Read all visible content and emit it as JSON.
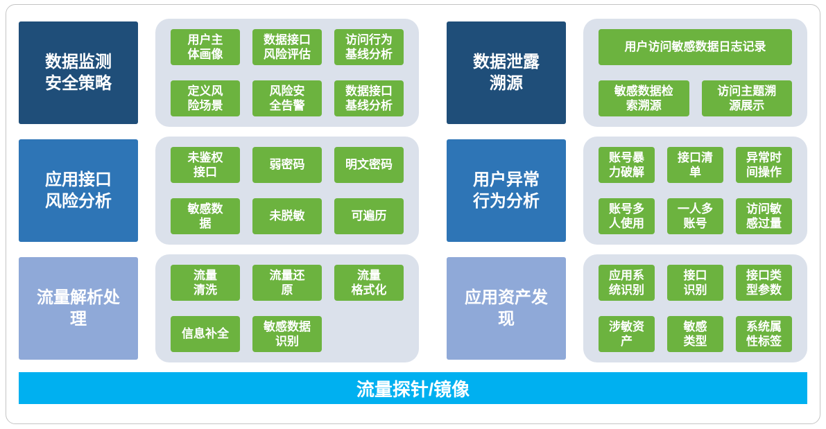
{
  "colors": {
    "dark_blue": "#1f4e79",
    "medium_blue": "#2e75b6",
    "light_blue": "#8fa9d8",
    "container_bg": "#dbe1eb",
    "chip_green": "#6cb33f",
    "footer_cyan": "#00b0f0"
  },
  "diagram": {
    "panels": [
      {
        "id": "data-monitoring-policy",
        "label": "数据监测\n安全策略",
        "rows": [
          [
            "用户主\n体画像",
            "数据接口\n风险评估",
            "访问行为\n基线分析"
          ],
          [
            "定义风\n险场景",
            "风险安\n全告警",
            "数据接口\n基线分析"
          ]
        ]
      },
      {
        "id": "data-leak-tracing",
        "label": "数据泄露\n溯源",
        "rows": [
          [
            "用户访问敏感数据日志记录"
          ],
          [
            "敏感数据检\n索溯源",
            "访问主题溯\n源展示"
          ]
        ]
      },
      {
        "id": "api-risk-analysis",
        "label": "应用接口\n风险分析",
        "rows": [
          [
            "未鉴权\n接口",
            "弱密码",
            "明文密码"
          ],
          [
            "敏感数\n据",
            "未脱敏",
            "可遍历"
          ]
        ]
      },
      {
        "id": "user-abnormal-behavior",
        "label": "用户异常\n行为分析",
        "rows": [
          [
            "账号暴\n力破解",
            "接口清\n单",
            "异常时\n间操作"
          ],
          [
            "账号多\n人使用",
            "一人多\n账号",
            "访问敏\n感过量"
          ]
        ]
      },
      {
        "id": "traffic-parsing",
        "label": "流量解析处\n理",
        "rows": [
          [
            "流量\n清洗",
            "流量还\n原",
            "流量\n格式化"
          ],
          [
            "信息补全",
            "敏感数据\n识别"
          ]
        ]
      },
      {
        "id": "app-asset-discovery",
        "label": "应用资产发\n现",
        "rows": [
          [
            "应用系\n统识别",
            "接口\n识别",
            "接口类\n型参数"
          ],
          [
            "涉敏资\n产",
            "敏感\n类型",
            "系统属\n性标签"
          ]
        ]
      }
    ],
    "footer": {
      "label": "流量探针/镜像"
    }
  }
}
